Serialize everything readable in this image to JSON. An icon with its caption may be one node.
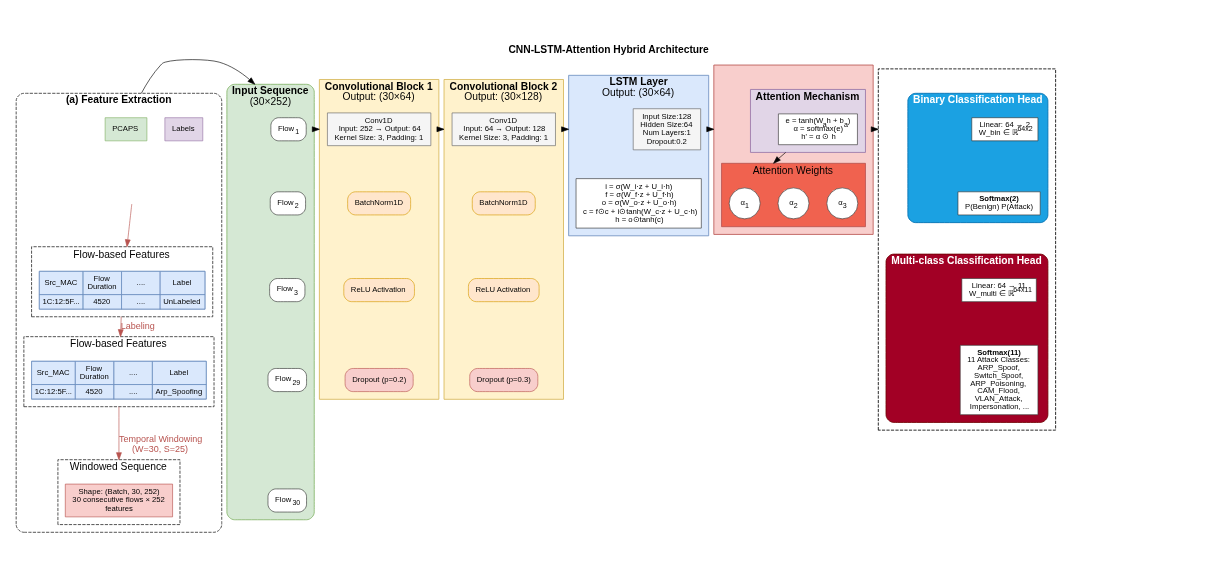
{
  "diagram": {
    "title": "CNN-LSTM-Attention Hybrid Architecture",
    "nodes": [
      {
        "text": [
          "(a) Feature Extraction"
        ]
      },
      {
        "text": [
          "PCAPS"
        ],
        "in": 0
      },
      {
        "text": [
          "Labels"
        ],
        "in": 0
      },
      {
        "text": [
          "Flow-based Features"
        ],
        "in": 0
      },
      {
        "text": [
          "Src_MAC",
          "Flow Duration",
          "....",
          "Label",
          "1C:12:5F...",
          "4520",
          "....",
          "UnLabeled"
        ],
        "in": 3
      },
      {
        "text": [
          "Flow-based Features"
        ],
        "in": 0
      },
      {
        "text": [
          "Src_MAC",
          "Flow Duration",
          "....",
          "Label",
          "1C:12:5F...",
          "4520",
          "....",
          "Arp_Spoofing"
        ],
        "in": 5
      },
      {
        "text": [
          "Windowed Sequence"
        ],
        "in": 0
      },
      {
        "text": [
          "Shape: (Batch, 30, 252)",
          "30 consecutive flows × 252 features"
        ],
        "in": 7
      },
      {
        "text": [
          "Input Sequence",
          "(30×252)"
        ]
      },
      {
        "text": [
          "Flow$_{1}$"
        ],
        "in": 9
      },
      {
        "text": [
          "Flow$_{2}$"
        ],
        "in": 9
      },
      {
        "text": [
          "Flow$_{3}$"
        ],
        "in": 9
      },
      {
        "text": [
          "Flow$_{29}$"
        ],
        "in": 9
      },
      {
        "text": [
          "Flow$_{30}$"
        ],
        "in": 9
      },
      {
        "text": [
          "Convolutional Block 1",
          "Output: (30×64)"
        ]
      },
      {
        "text": [
          "Conv1D",
          "Input: 252 → Output: 64 Kernel Size: 3, Padding: 1"
        ],
        "in": 15
      },
      {
        "text": [
          "BatchNorm1D"
        ],
        "in": 15
      },
      {
        "text": [
          "ReLU Activation"
        ],
        "in": 15
      },
      {
        "text": [
          "Dropout (p=0.2)"
        ],
        "in": 15
      },
      {
        "text": [
          "Convolutional Block 2",
          "Output: (30×128)"
        ]
      },
      {
        "text": [
          "Conv1D",
          "Input: 64 → Output: 128 Kernel Size: 3, Padding: 1"
        ],
        "in": 20
      },
      {
        "text": [
          "BatchNorm1D"
        ],
        "in": 20
      },
      {
        "text": [
          "ReLU Activation"
        ],
        "in": 20
      },
      {
        "text": [
          "Dropout (p=0.3)"
        ],
        "in": 20
      },
      {
        "text": [
          "LSTM Layer",
          "Output: (30×64)"
        ]
      },
      {
        "text": [
          "Input Size:128 Hidden Size:64 Num Layers:1 Dropout:0.2"
        ],
        "in": 25
      },
      {
        "text": [
          "i = σ(W_i·z + U_i·h)",
          "f = σ(W_f·z + U_f·h)",
          "o = σ(W_o·z + U_o·h)",
          "c = f⊙c + i⊙tanh(W_c·z + U_c·h)",
          "h = o⊙tanh(c)"
        ],
        "in": 25
      },
      {
        "text": [],
        "shape": "box"
      },
      {
        "text": [
          "Attention Mechanism"
        ],
        "in": 28
      },
      {
        "text": [
          "e = tanh(W$_{a}$h + b$_{a}$)",
          "α = softmax(e)",
          "h' = α ⊙ h"
        ],
        "in": 29
      },
      {
        "text": [
          "Attention Weights"
        ],
        "in": 28
      },
      {
        "text": [
          "α$_{1}$"
        ],
        "in": 31
      },
      {
        "text": [
          "α$_{2}$"
        ],
        "in": 31
      },
      {
        "text": [
          "α$_{3}$"
        ],
        "in": 31
      },
      {
        "text": [],
        "shape": "box"
      },
      {
        "text": [
          "Binary Classification Head"
        ],
        "in": 35
      },
      {
        "text": [
          "Linear: 64 → 2",
          "W_bin ∈ ℝ$^{64x2}$"
        ],
        "in": 36
      },
      {
        "text": [
          "Softmax(2)",
          "P(Benign) P(Attack)"
        ],
        "in": 36
      },
      {
        "text": [
          "Multi-class Classification Head"
        ],
        "in": 35
      },
      {
        "text": [
          "Linear: 64 → 11",
          "W_multi ∈ ℝ$^{64x11}$"
        ],
        "in": 39
      },
      {
        "text": [
          "Softmax(11)",
          "11 Attack Classes: ARP_Spoof, Switch_Spoof, ARP_Poisoning, CAM_Flood, VLAN_Attack, Impersonation, ..."
        ],
        "in": 39
      }
    ],
    "edges": [
      {
        "from": null,
        "to": 3,
        "arrow": "to",
        "color": "#b85450"
      },
      {
        "from": 3,
        "to": 5,
        "arrow": "to",
        "label": "Labeling",
        "color": "#b85450"
      },
      {
        "from": 5,
        "to": 7,
        "arrow": "to",
        "label": "Temporal Windowing (W=30, S=25)",
        "color": "#b85450"
      },
      {
        "from": 0,
        "to": 9,
        "arrow": "to"
      },
      {
        "from": 9,
        "to": 15,
        "arrow": "to"
      },
      {
        "from": 15,
        "to": 20,
        "arrow": "to"
      },
      {
        "from": 20,
        "to": 25,
        "arrow": "to"
      },
      {
        "from": 25,
        "to": 28,
        "arrow": "to"
      },
      {
        "from": 29,
        "to": 31,
        "arrow": "to"
      },
      {
        "from": 28,
        "to": 35,
        "arrow": "to"
      }
    ]
  }
}
